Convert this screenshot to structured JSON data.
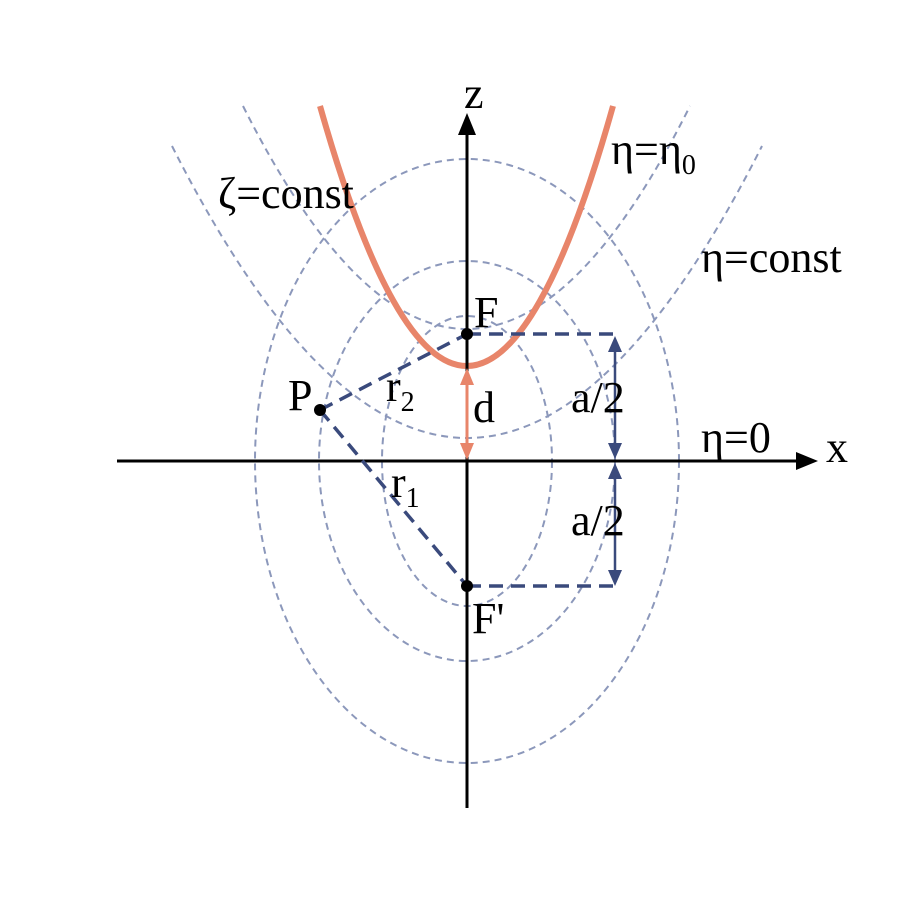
{
  "diagram": {
    "axes": {
      "x_label": "x",
      "z_label": "z"
    },
    "points": {
      "focus_upper": "F",
      "focus_lower": "F'",
      "point": "P"
    },
    "distances": {
      "r1": {
        "base": "r",
        "sub": "1"
      },
      "r2": {
        "base": "r",
        "sub": "2"
      },
      "d": "d",
      "half_a_upper": "a/2",
      "half_a_lower": "a/2"
    },
    "curve_labels": {
      "zeta_const": "ζ=const",
      "eta_const": "η=const",
      "eta_zero": "η=0",
      "eta_0_base": "η=η",
      "eta_0_sub": "0"
    },
    "colors": {
      "axis": "#000000",
      "dashed_curves": "#8c98bb",
      "construction_lines": "#3a4a7c",
      "highlight_parabola": "#e8856a"
    }
  }
}
